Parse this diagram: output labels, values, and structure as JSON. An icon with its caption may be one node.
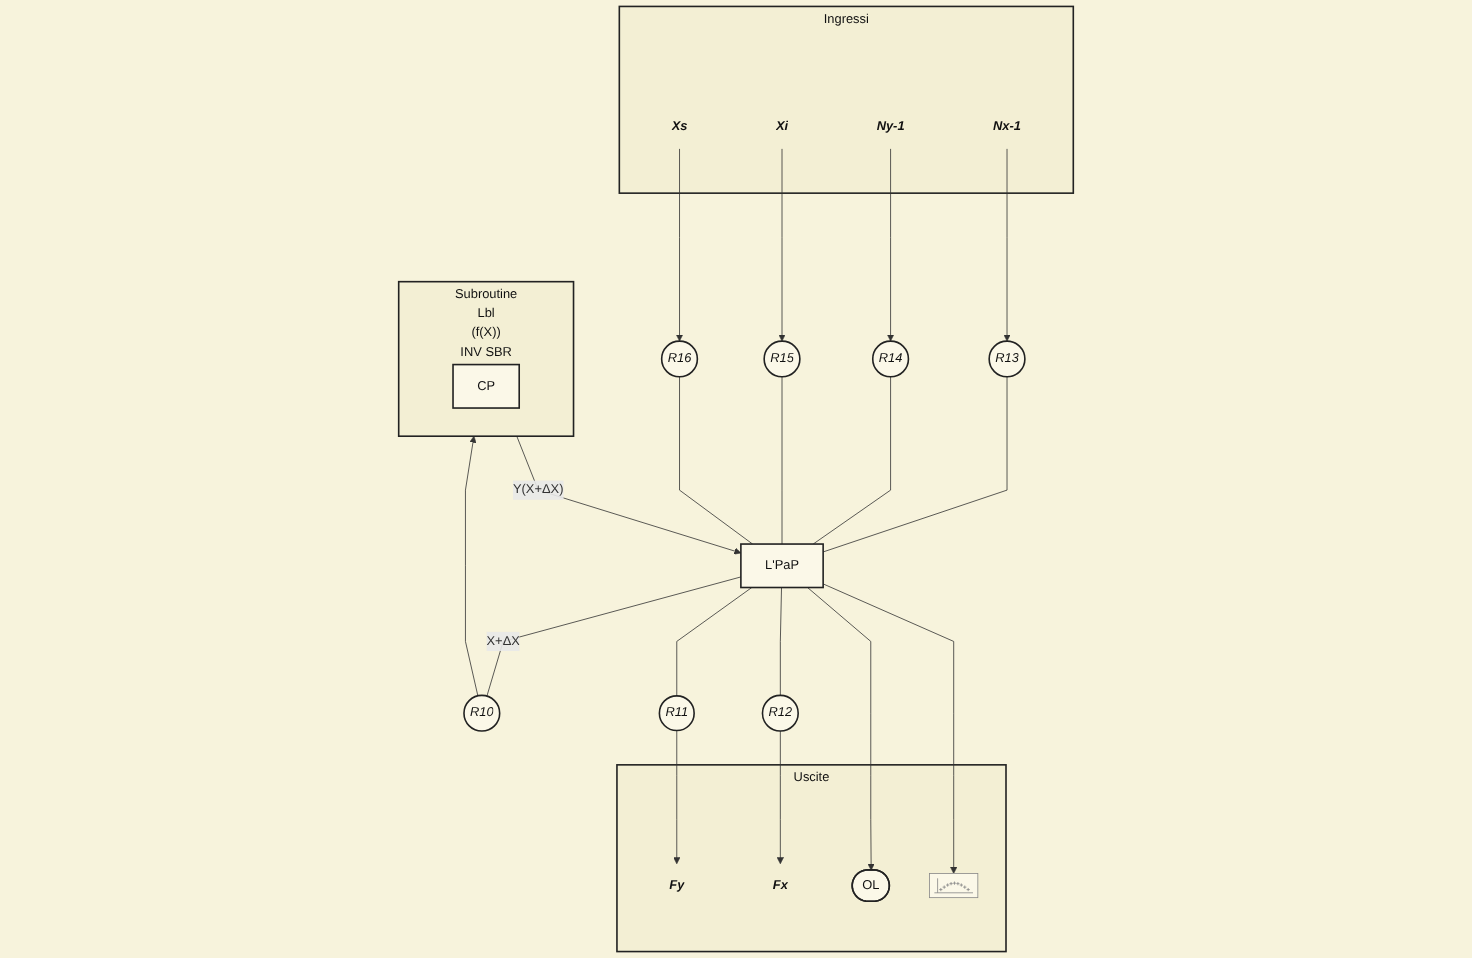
{
  "diagram": {
    "nodes": [
      {
        "text": [
          "Ingressi"
        ]
      },
      {
        "text": [
          "Nx-1"
        ],
        "in": 0
      },
      {
        "text": [
          "Ny-1"
        ],
        "in": 0
      },
      {
        "text": [
          "Xi"
        ],
        "in": 0
      },
      {
        "text": [
          "Xs"
        ],
        "in": 0
      },
      {
        "text": [
          "R13"
        ]
      },
      {
        "text": [
          "R14"
        ]
      },
      {
        "text": [
          "R15"
        ]
      },
      {
        "text": [
          "R16"
        ]
      },
      {
        "text": [
          "L'PaP"
        ]
      },
      {
        "text": [
          "R10"
        ]
      },
      {
        "text": [
          "Subroutine",
          "Lbl",
          "(f(X))",
          "INV SBR"
        ]
      },
      {
        "text": [
          "CP"
        ],
        "in": 11
      },
      {
        "text": [
          "R11"
        ]
      },
      {
        "text": [
          "R12"
        ]
      },
      {
        "text": [
          "Uscite"
        ]
      },
      {
        "text": [
          "Fy"
        ],
        "in": 15
      },
      {
        "text": [
          "Fx"
        ],
        "in": 15
      },
      {
        "text": [
          "OL"
        ],
        "in": 15
      },
      {
        "text": [],
        "shape": "picture",
        "in": 15
      }
    ],
    "edges": [
      {
        "from": 1,
        "to": 5,
        "arrow": "to"
      },
      {
        "from": 2,
        "to": 6,
        "arrow": "to"
      },
      {
        "from": 3,
        "to": 7,
        "arrow": "to"
      },
      {
        "from": 4,
        "to": 8,
        "arrow": "to"
      },
      {
        "from": 5,
        "to": 9,
        "arrow": "none"
      },
      {
        "from": 6,
        "to": 9,
        "arrow": "none"
      },
      {
        "from": 7,
        "to": 9,
        "arrow": "none"
      },
      {
        "from": 8,
        "to": 9,
        "arrow": "none"
      },
      {
        "from": 9,
        "to": 10,
        "arrow": "none",
        "label": "X+ΔX"
      },
      {
        "from": 10,
        "to": 11,
        "arrow": "to"
      },
      {
        "from": 11,
        "to": 9,
        "arrow": "to",
        "label": "Y(X+ΔX)"
      },
      {
        "from": 9,
        "to": 13,
        "arrow": "none"
      },
      {
        "from": 9,
        "to": 14,
        "arrow": "none"
      },
      {
        "from": 13,
        "to": 16,
        "arrow": "to"
      },
      {
        "from": 14,
        "to": 17,
        "arrow": "to"
      },
      {
        "from": 9,
        "to": 18,
        "arrow": "to"
      },
      {
        "from": 9,
        "to": 19,
        "arrow": "to"
      }
    ]
  }
}
